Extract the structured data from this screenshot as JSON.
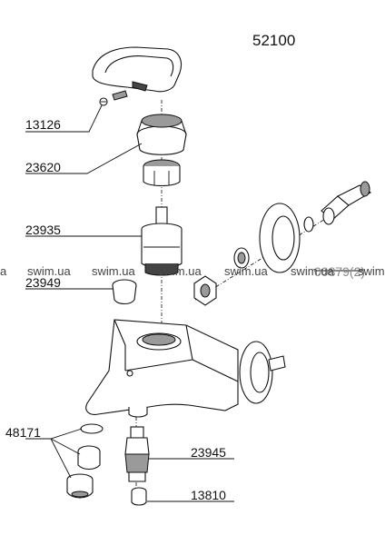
{
  "diagram": {
    "model_number": "52100",
    "part_labels": [
      "13126",
      "23620",
      "23935",
      "23949",
      "48171",
      "23945",
      "13810"
    ],
    "obscured_label": "00879(2)",
    "watermark": "swim.ua",
    "watermark_edge_left": "a",
    "watermark_edge_right": "swim"
  }
}
